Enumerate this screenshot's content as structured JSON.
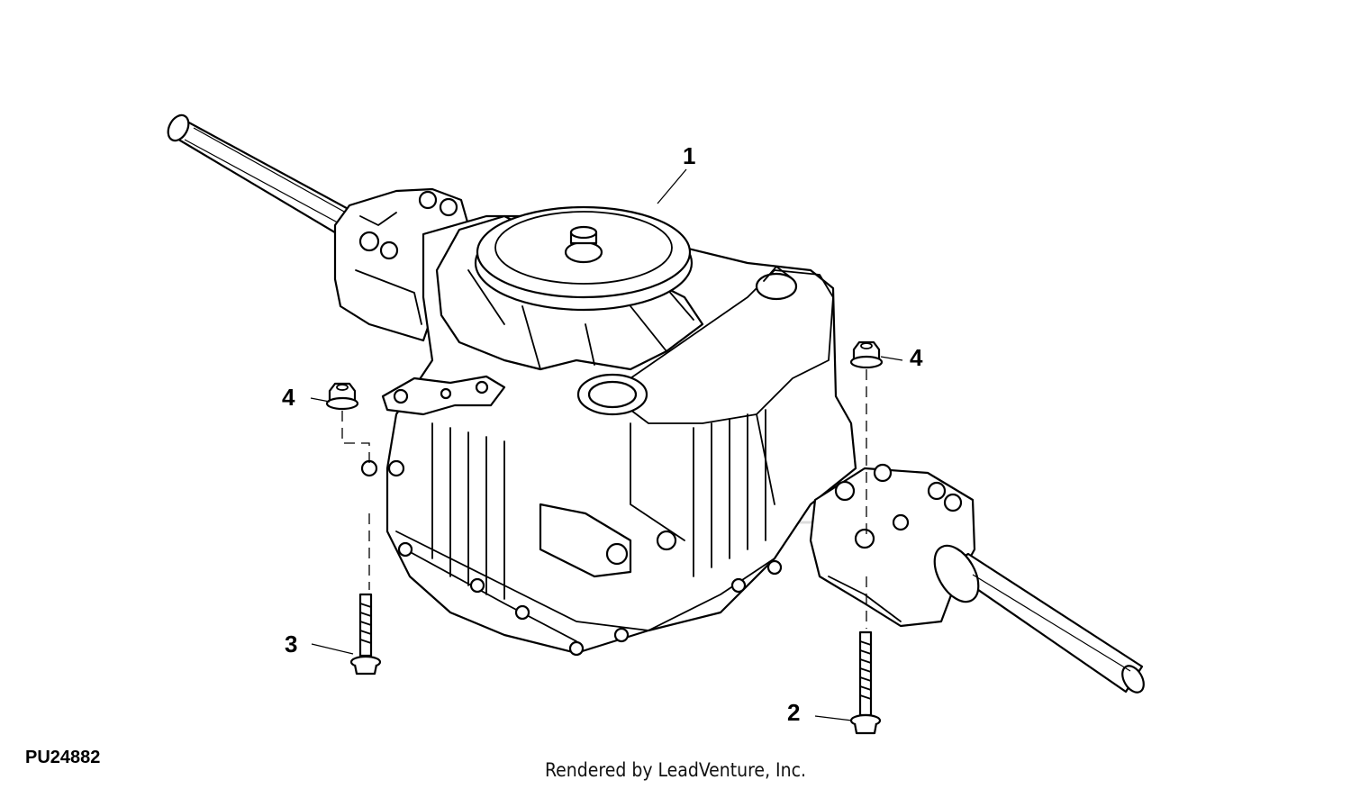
{
  "callouts": [
    {
      "id": "1",
      "label": "1"
    },
    {
      "id": "2",
      "label": "2"
    },
    {
      "id": "3",
      "label": "3"
    },
    {
      "id": "4a",
      "label": "4"
    },
    {
      "id": "4b",
      "label": "4"
    }
  ],
  "figure_id": "PU24882",
  "credit": "Rendered by LeadVenture, Inc."
}
